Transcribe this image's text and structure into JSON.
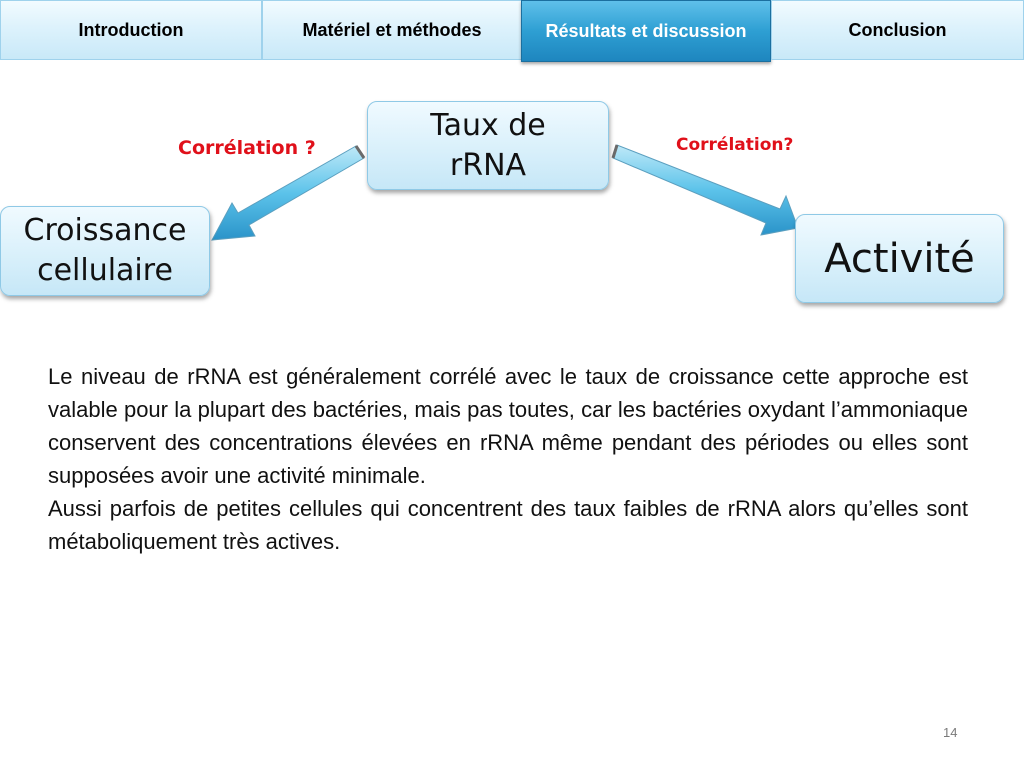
{
  "nav": {
    "tabs": [
      {
        "label": "Introduction",
        "active": false
      },
      {
        "label": "Matériel et méthodes",
        "active": false
      },
      {
        "label": "Résultats et discussion",
        "active": true
      },
      {
        "label": "Conclusion",
        "active": false
      }
    ]
  },
  "diagram": {
    "top_box": "Taux de rRNA",
    "left_box": "Croissance cellulaire",
    "right_box": "Activité",
    "left_correlation": "Corrélation ?",
    "right_correlation": "Corrélation?"
  },
  "body": {
    "paragraph1": "Le niveau de rRNA est généralement corrélé avec le taux de croissance cette approche est valable pour la plupart des bactéries, mais pas toutes, car les bactéries oxydant l’ammoniaque conservent des concentrations élevées en rRNA même pendant des périodes ou elles sont supposées avoir une activité minimale.",
    "paragraph2": "Aussi parfois de petites cellules qui concentrent des taux faibles de rRNA alors qu’elles sont métaboliquement très actives."
  },
  "page_number": "14",
  "colors": {
    "accent": "#2e9fd3",
    "correlation_text": "#e0101a",
    "arrow": "#5cc3ea"
  }
}
